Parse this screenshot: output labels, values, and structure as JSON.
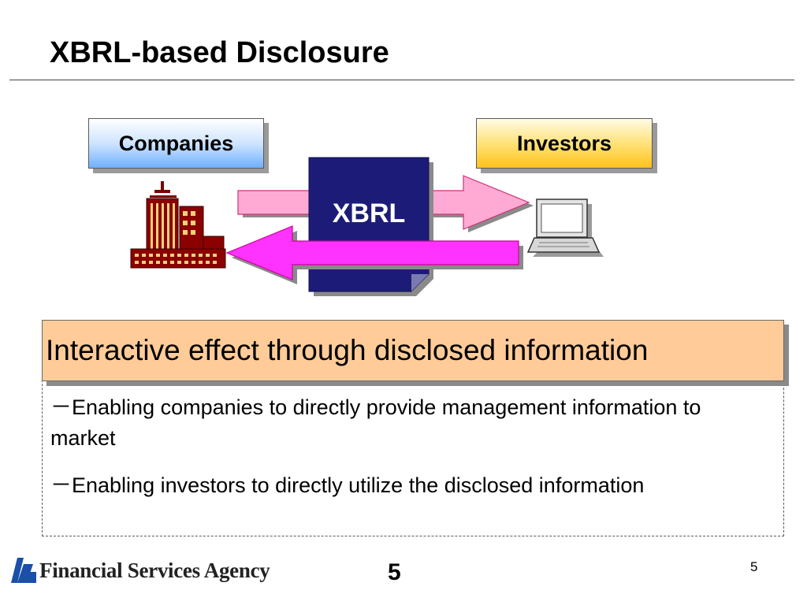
{
  "slide": {
    "title": "XBRL-based Disclosure",
    "companies_label": "Companies",
    "investors_label": "Investors",
    "center_label": "XBRL",
    "headline": "Interactive effect through disclosed information",
    "bullets": [
      {
        "dash": "－",
        "text": "Enabling companies to directly provide management information to market"
      },
      {
        "dash": "－",
        "text": "Enabling investors to directly utilize the disclosed information"
      }
    ],
    "footer": {
      "org_name": "Financial Services Agency",
      "center_page_number": "5",
      "corner_page_number": "5"
    }
  },
  "icons": {
    "building": "building-icon",
    "laptop": "laptop-icon",
    "logo": "fsa-logo-icon"
  },
  "colors": {
    "companies_box": "#6fb0ff",
    "investors_box": "#ffc21a",
    "xbrl_document": "#1c1c78",
    "arrow_right": "#ffaad4",
    "arrow_left": "#ff33ff",
    "headline_box": "#ffcc99",
    "building": "#8b0000"
  }
}
